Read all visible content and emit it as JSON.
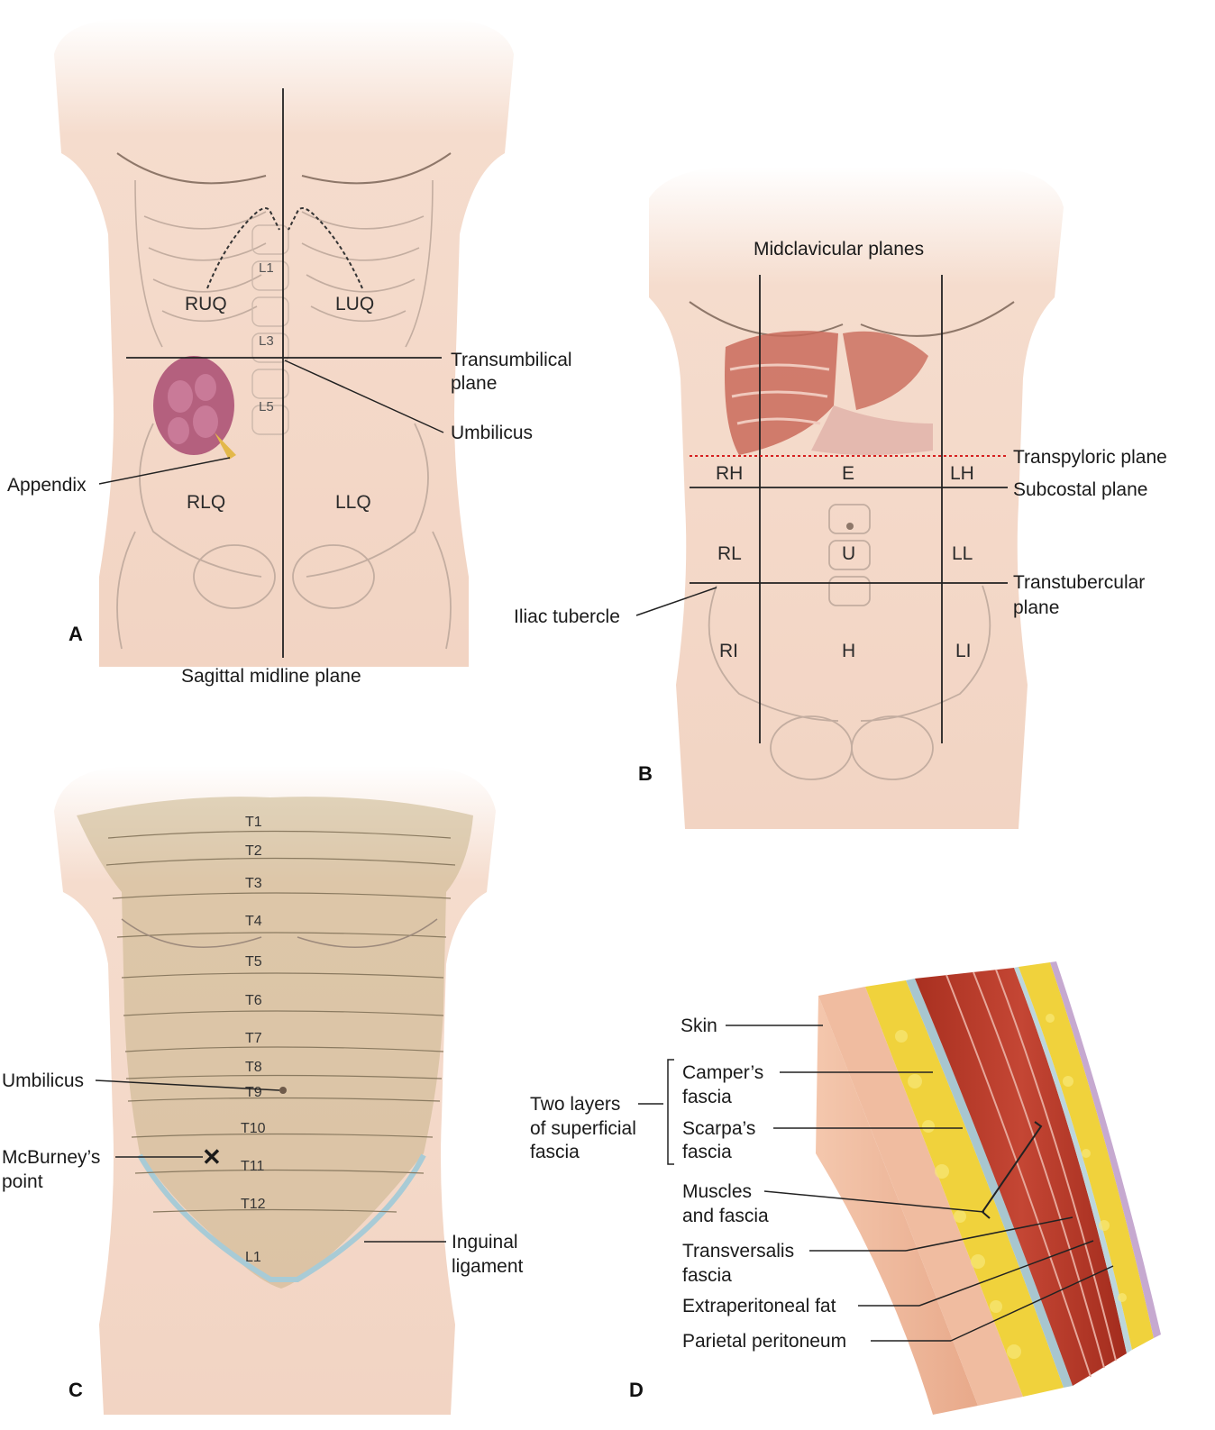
{
  "panelA": {
    "letter": "A",
    "vertebrae": [
      "L1",
      "L3",
      "L5"
    ],
    "quadrants": {
      "ruq": "RUQ",
      "luq": "LUQ",
      "rlq": "RLQ",
      "llq": "LLQ"
    },
    "labels": {
      "transumbilical_1": "Transumbilical",
      "transumbilical_2": "plane",
      "umbilicus": "Umbilicus",
      "appendix": "Appendix",
      "sagittal": "Sagittal midline plane"
    }
  },
  "panelB": {
    "letter": "B",
    "labels": {
      "midclavicular": "Midclavicular planes",
      "transpyloric": "Transpyloric plane",
      "subcostal": "Subcostal plane",
      "transtubercular_1": "Transtubercular",
      "transtubercular_2": "plane",
      "iliac": "Iliac tubercle"
    },
    "regions": {
      "rh": "RH",
      "e": "E",
      "lh": "LH",
      "rl": "RL",
      "u": "U",
      "ll": "LL",
      "ri": "RI",
      "h": "H",
      "li": "LI"
    }
  },
  "panelC": {
    "letter": "C",
    "dermatomes": [
      "T1",
      "T2",
      "T3",
      "T4",
      "T5",
      "T6",
      "T7",
      "T8",
      "T9",
      "T10",
      "T11",
      "T12",
      "L1"
    ],
    "labels": {
      "umbilicus": "Umbilicus",
      "mcburney_1": "McBurney’s",
      "mcburney_2": "point",
      "inguinal_1": "Inguinal",
      "inguinal_2": "ligament"
    }
  },
  "panelD": {
    "letter": "D",
    "labels": {
      "skin": "Skin",
      "campers_1": "Camper’s",
      "campers_2": "fascia",
      "two_layers_1": "Two layers",
      "two_layers_2": "of superficial",
      "two_layers_3": "fascia",
      "scarpas_1": "Scarpa’s",
      "scarpas_2": "fascia",
      "muscles_1": "Muscles",
      "muscles_2": "and fascia",
      "transversalis_1": "Transversalis",
      "transversalis_2": "fascia",
      "extraperitoneal": "Extraperitoneal fat",
      "parietal": "Parietal peritoneum"
    }
  },
  "colors": {
    "skin": "#f3d8c8",
    "bone": "#c7b2a4",
    "liver": "#c96a5a",
    "dermatome_shade": "#c9b48a",
    "fat": "#f0d23c",
    "muscle": "#b83a28",
    "transpyloric_line": "#d62020"
  }
}
